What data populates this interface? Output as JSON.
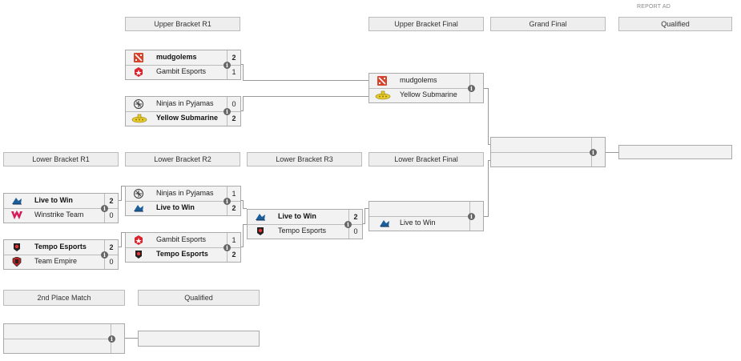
{
  "report_ad": "REPORT AD",
  "headers": {
    "ub_r1": "Upper Bracket R1",
    "ub_final": "Upper Bracket Final",
    "grand_final": "Grand Final",
    "qualified_top": "Qualified",
    "lb_r1": "Lower Bracket R1",
    "lb_r2": "Lower Bracket R2",
    "lb_r3": "Lower Bracket R3",
    "lb_final": "Lower Bracket Final",
    "second_place": "2nd Place Match",
    "qualified_bottom": "Qualified"
  },
  "matches": {
    "ub1": {
      "t1": {
        "name": "mudgolems",
        "score": "2",
        "logo": "dota-icon"
      },
      "t2": {
        "name": "Gambit Esports",
        "score": "1",
        "logo": "gambit-icon"
      }
    },
    "ub2": {
      "t1": {
        "name": "Ninjas in Pyjamas",
        "score": "0",
        "logo": "nip-icon"
      },
      "t2": {
        "name": "Yellow Submarine",
        "score": "2",
        "logo": "submarine-icon"
      }
    },
    "ubf": {
      "t1": {
        "name": "mudgolems",
        "logo": "dota-icon"
      },
      "t2": {
        "name": "Yellow Submarine",
        "logo": "submarine-icon"
      }
    },
    "lb1": {
      "t1": {
        "name": "Live to Win",
        "score": "2",
        "logo": "ltw-icon"
      },
      "t2": {
        "name": "Winstrike Team",
        "score": "0",
        "logo": "winstrike-icon"
      }
    },
    "lb2": {
      "t1": {
        "name": "Tempo Esports",
        "score": "2",
        "logo": "tempo-icon"
      },
      "t2": {
        "name": "Team Empire",
        "score": "0",
        "logo": "empire-icon"
      }
    },
    "lr2a": {
      "t1": {
        "name": "Ninjas in Pyjamas",
        "score": "1",
        "logo": "nip-icon"
      },
      "t2": {
        "name": "Live to Win",
        "score": "2",
        "logo": "ltw-icon"
      }
    },
    "lr2b": {
      "t1": {
        "name": "Gambit Esports",
        "score": "1",
        "logo": "gambit-icon"
      },
      "t2": {
        "name": "Tempo Esports",
        "score": "2",
        "logo": "tempo-icon"
      }
    },
    "lr3": {
      "t1": {
        "name": "Live to Win",
        "score": "2",
        "logo": "ltw-icon"
      },
      "t2": {
        "name": "Tempo Esports",
        "score": "0",
        "logo": "tempo-icon"
      }
    },
    "lbf": {
      "t2": {
        "name": "Live to Win",
        "logo": "ltw-icon"
      }
    }
  },
  "info_glyph": "i"
}
